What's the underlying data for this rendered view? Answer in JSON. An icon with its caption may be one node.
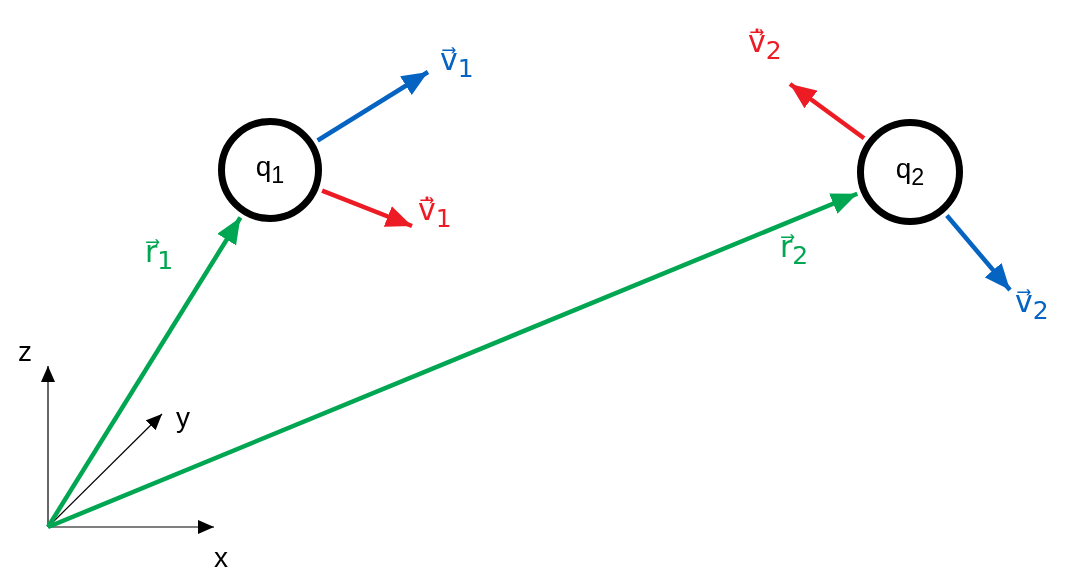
{
  "diagram": {
    "nodes": [
      {
        "text": [
          "q$_{1}$"
        ]
      },
      {
        "text": [
          "q$_{2}$"
        ]
      }
    ],
    "edges": [
      {
        "from": 0,
        "to": null,
        "arrow": "to",
        "label": "v⃗$_{1}$",
        "color": "#0563c1"
      },
      {
        "from": 0,
        "to": null,
        "arrow": "to",
        "label": "v⃗̇$_{1}$",
        "color": "#ed1c24"
      },
      {
        "from": null,
        "to": 0,
        "arrow": "to",
        "label": "r⃗$_{1}$",
        "color": "#00a651"
      },
      {
        "from": 1,
        "to": null,
        "arrow": "to",
        "label": "v⃗̇$_{2}$",
        "color": "#ed1c24"
      },
      {
        "from": null,
        "to": 1,
        "arrow": "to",
        "label": "r⃗$_{2}$",
        "color": "#00a651"
      },
      {
        "from": 1,
        "to": null,
        "arrow": "to",
        "label": "v⃗$_{2}$",
        "color": "#0563c1"
      }
    ],
    "labels": [
      "z",
      "y",
      "x"
    ]
  }
}
